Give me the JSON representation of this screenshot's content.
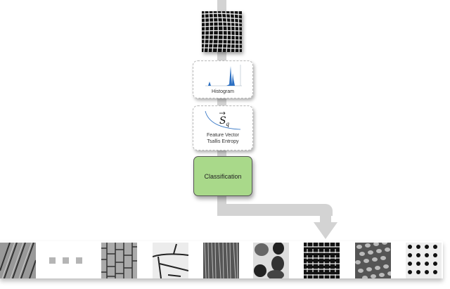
{
  "diagram": {
    "pipeline_color": "#d3d3d3",
    "input": {
      "label": "input-texture-sample"
    },
    "stages": [
      {
        "id": "histogram",
        "label": "Histogram"
      },
      {
        "id": "feature",
        "label_line1": "Feature Vector",
        "label_line2": "Tsallis Entropy",
        "symbol": "S",
        "symbol_sub": "q"
      },
      {
        "id": "classification",
        "label": "Classification",
        "color": "#a9d98a"
      }
    ],
    "ellipsis": "...",
    "texture_classes": [
      "diagonal-weave",
      "ellipsis",
      "brick",
      "cracked-surface",
      "fibrous",
      "pebbles",
      "woven-mesh",
      "honeycomb-mesh",
      "perforated-grid"
    ],
    "selected_class_index": 6
  }
}
